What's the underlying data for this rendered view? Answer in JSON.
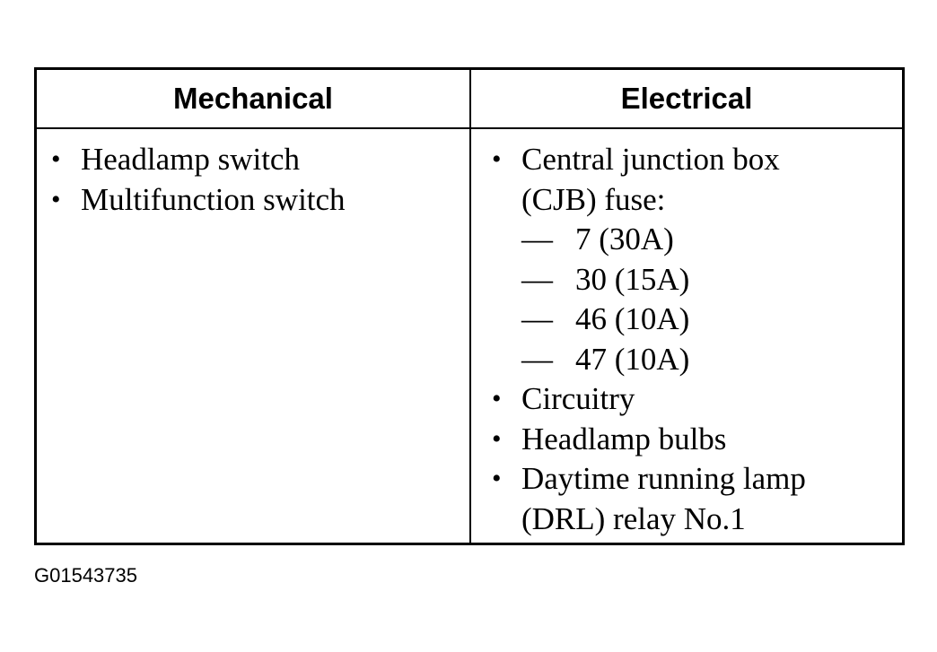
{
  "table": {
    "headers": {
      "mechanical": "Mechanical",
      "electrical": "Electrical"
    },
    "mechanical_items": [
      "Headlamp switch",
      "Multifunction switch"
    ],
    "electrical": {
      "item1_line1": "Central junction box",
      "item1_line2": "(CJB) fuse:",
      "fuses": [
        "7 (30A)",
        "30 (15A)",
        "46 (10A)",
        "47 (10A)"
      ],
      "item2": "Circuitry",
      "item3": "Headlamp bulbs",
      "item4_line1": "Daytime running lamp",
      "item4_line2": "(DRL) relay No.1"
    },
    "bullet_symbol": "•",
    "dash_symbol": "—"
  },
  "caption": "G01543735"
}
